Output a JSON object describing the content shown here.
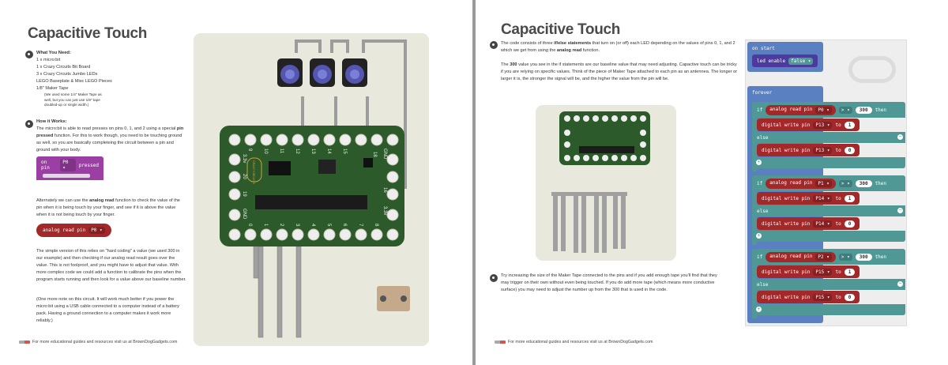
{
  "left_page": {
    "title": "Capacitive Touch",
    "what_you_need": {
      "heading": "What You Need:",
      "items": [
        "1 x micro:bit",
        "1 x Crazy Circuits Bit Board",
        "3 x Crazy Circuits Jumbo LEDs",
        "LEGO Baseplate & Misc LEGO Pieces",
        "1/8\" Maker Tape"
      ],
      "note": "(We used some 1/4\" Maker Tape as well, but you can just use 1/8\" tape doubled-up or single width.)"
    },
    "how_it_works": {
      "heading": "How it Works:",
      "p1_a": "The micro:bit is able to read presses on pins 0, 1, and 2 using a special ",
      "p1_bold": "pin pressed",
      "p1_b": " function. For this to work though, you need to be touching ground as well, so you are basically completeing the circuit between a pin and ground with your body."
    },
    "pin_pressed_block": {
      "prefix": "on pin",
      "pin": "P0 ▾",
      "suffix": "pressed"
    },
    "p2_a": "Alternately we can use the ",
    "p2_bold": "analog read",
    "p2_b": " function to check the value of the pin when it is being touch by your finger, and see if it is above the value when it is not being touch by your finger.",
    "analog_block": {
      "label": "analog read pin",
      "pin": "P0 ▾"
    },
    "p3": "The simple version of this relies on \"hard coding\" a value (we used 300 in our example) and then checking if our analog read result goes over the value. This is not foolproof, and you might have to adjust that value. With more complex code we could add a function to calibrate the pins when the program starts running and then look for a value above our baseline number.",
    "p4": "(One more note on this circuit. It will work much better if you power the micro:bit using a USB cable connected to a computer instead of a battery pack. Having a ground connection to a computer makes it work more reliably.)",
    "footer": "For more educational guides and resources visit us at BrownDogGadgets.com",
    "board_labels": {
      "top": [
        "9",
        "10",
        "11",
        "12",
        "13",
        "14",
        "15"
      ],
      "left": [
        "3.3v",
        "20",
        "19",
        "GND"
      ],
      "bottom": [
        "0",
        "1",
        "2",
        "3",
        "4",
        "5",
        "6",
        "7",
        "8"
      ],
      "right": [
        "GND",
        "16",
        "3.3v"
      ],
      "extra": "18",
      "logo": "CRAZY CIRCUITS"
    }
  },
  "right_page": {
    "title": "Capacitive Touch",
    "p1_a": "The code consists of three ",
    "p1_bold": "if/else statements",
    "p1_b": " that turn on (or off) each LED depending on the values of pins 0, 1, and 2 which we get from using the ",
    "p1_bold2": "analog read",
    "p1_c": " function.",
    "p2_bold": "300",
    "p2": " value you see in the if statements are our baseline value that may need adjusting. Capactive touch can be tricky if you are relying on specific values. Think of the piece of Maker Tape attached to each pin as an antennea. The longer or larger it is, the stronger the signal will be, and the higher the value from the pin will be.",
    "p2_prefix": "The ",
    "p3": "Try increasing the size of the Maker Tape connected to the pins and if you add enough tape you'll find that they may trigger on their own without even being touched. If you do add more tape (which means more conductive surface) you may need to adjust the number up from the 300 that is used in the code.",
    "footer": "For more educational guides and resources visit us at BrownDogGadgets.com"
  },
  "code": {
    "on_start": "on start",
    "led_enable": "led enable",
    "led_value": "false ▾",
    "forever": "forever",
    "blocks": [
      {
        "if": "if",
        "read": "analog read pin",
        "pin": "P0 ▾",
        "op": "> ▾",
        "value": "300",
        "then": "then",
        "write": "digital write pin",
        "out": "P13 ▾",
        "to": "to",
        "on": "1",
        "else": "else",
        "off": "0"
      },
      {
        "if": "if",
        "read": "analog read pin",
        "pin": "P1 ▾",
        "op": "> ▾",
        "value": "300",
        "then": "then",
        "write": "digital write pin",
        "out": "P14 ▾",
        "to": "to",
        "on": "1",
        "else": "else",
        "off": "0"
      },
      {
        "if": "if",
        "read": "analog read pin",
        "pin": "P2 ▾",
        "op": "> ▾",
        "value": "300",
        "then": "then",
        "write": "digital write pin",
        "out": "P15 ▾",
        "to": "to",
        "on": "1",
        "else": "else",
        "off": "0"
      }
    ]
  }
}
